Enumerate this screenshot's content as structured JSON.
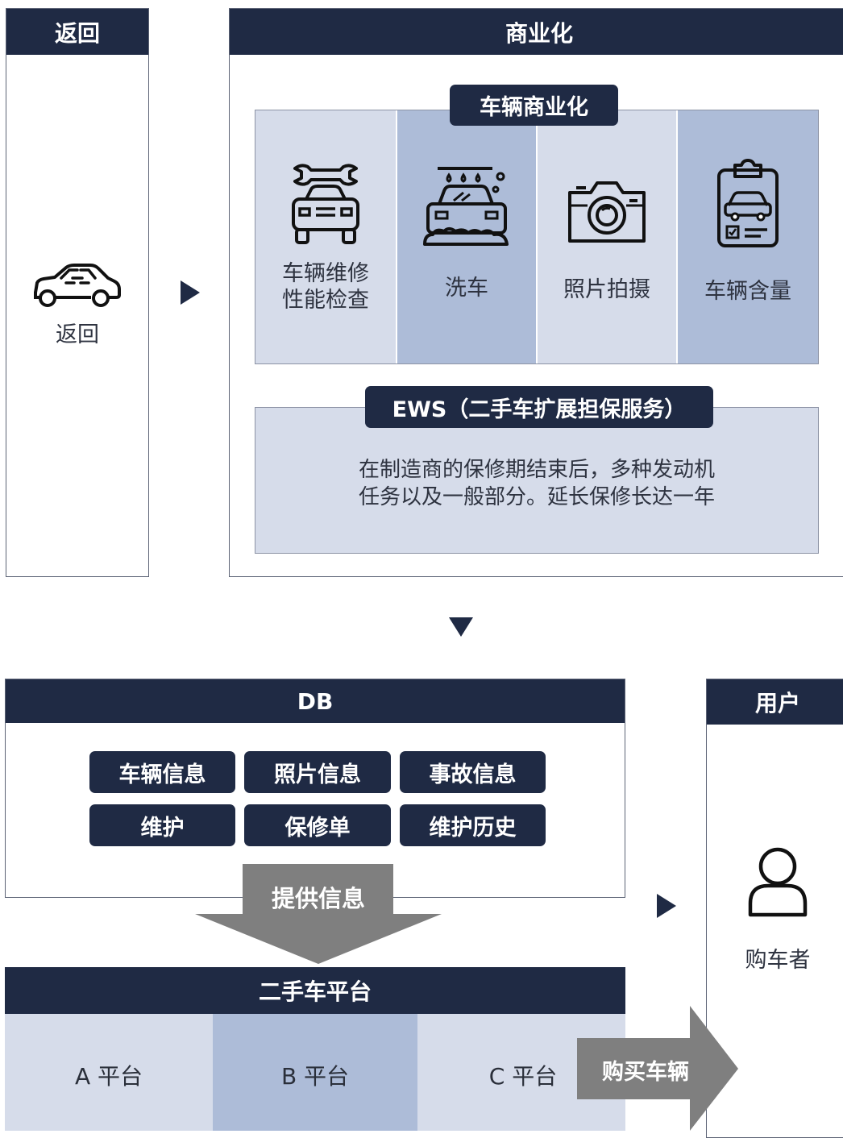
{
  "back_panel": {
    "header": "返回",
    "car_label": "返回",
    "icon": "car-icon"
  },
  "commercial_panel": {
    "header": "商业化",
    "vehicle_section": {
      "title": "车辆商业化",
      "items": [
        {
          "label_line1": "车辆维修",
          "label_line2": "性能检查",
          "icon": "car-repair-wrench-icon"
        },
        {
          "label_line1": "洗车",
          "label_line2": "",
          "icon": "car-wash-icon"
        },
        {
          "label_line1": "照片拍摄",
          "label_line2": "",
          "icon": "camera-icon"
        },
        {
          "label_line1": "车辆含量",
          "label_line2": "",
          "icon": "car-clipboard-icon"
        }
      ]
    },
    "ews_section": {
      "title": "EWS（二手车扩展担保服务）",
      "desc_line1": "在制造商的保修期结束后，多种发动机",
      "desc_line2": "任务以及一般部分。延长保修长达一年"
    }
  },
  "db_panel": {
    "header": "DB",
    "tags": [
      "车辆信息",
      "照片信息",
      "事故信息",
      "维护",
      "保修单",
      "维护历史"
    ]
  },
  "provide_arrow_label": "提供信息",
  "platform_panel": {
    "header": "二手车平台",
    "platforms": [
      "A 平台",
      "B 平台",
      "C 平台"
    ]
  },
  "buy_arrow_label": "购买车辆",
  "user_panel": {
    "header": "用户",
    "label": "购车者",
    "icon": "person-icon"
  },
  "colors": {
    "navy": "#1f2a44",
    "light_blue": "#d6dcea",
    "mid_blue": "#adbcd8",
    "arrow_gray": "#7f7f7f"
  }
}
